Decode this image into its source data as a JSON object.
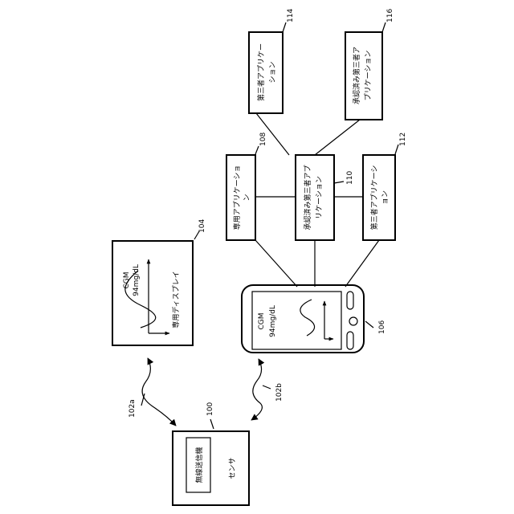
{
  "sensor": {
    "label": "センサ",
    "transmitter_label": "無線送信機",
    "ref": "100"
  },
  "dedicated_display": {
    "label": "専用ディスプレイ",
    "metric_label": "CGM",
    "metric_value": "94mg/dL",
    "ref": "104"
  },
  "smartphone": {
    "metric_label": "CGM",
    "metric_value": "94mg/dL",
    "ref": "106"
  },
  "links": {
    "display_link_ref": "102a",
    "phone_link_ref": "102b"
  },
  "applications": {
    "dedicated_app": {
      "line1": "専用アプリケーショ",
      "line2": "ン",
      "ref": "108"
    },
    "approved_app": {
      "line1": "承認済み第三者アプ",
      "line2": "リケーション",
      "ref": "110"
    },
    "third_party_app": {
      "line1": "第三者アプリケーシ",
      "line2": "ョン",
      "ref": "112"
    },
    "third_party_app_2": {
      "line1": "第三者アプリケー",
      "line2": "ション",
      "ref": "114"
    },
    "approved_app_2": {
      "line1": "承認済み第三者ア",
      "line2": "プリケーション",
      "ref": "116"
    }
  },
  "colors": {
    "stroke": "#000000",
    "background": "#ffffff"
  }
}
